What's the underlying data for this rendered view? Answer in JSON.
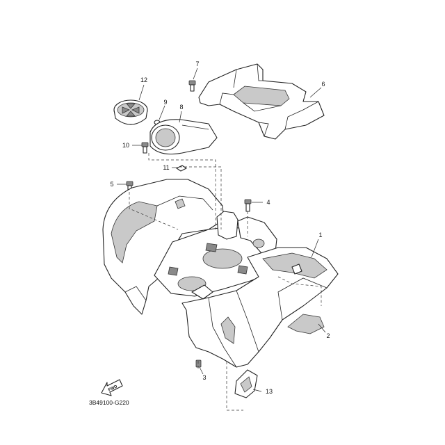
{
  "diagram_code": "3B49100-G220",
  "fwd_label": "FWD",
  "callouts": {
    "c1": "1",
    "c2": "2",
    "c3": "3",
    "c4": "4",
    "c5": "5",
    "c6": "6",
    "c7": "7",
    "c8": "8",
    "c9": "9",
    "c10": "10",
    "c11": "11",
    "c12": "12",
    "c13": "13"
  }
}
